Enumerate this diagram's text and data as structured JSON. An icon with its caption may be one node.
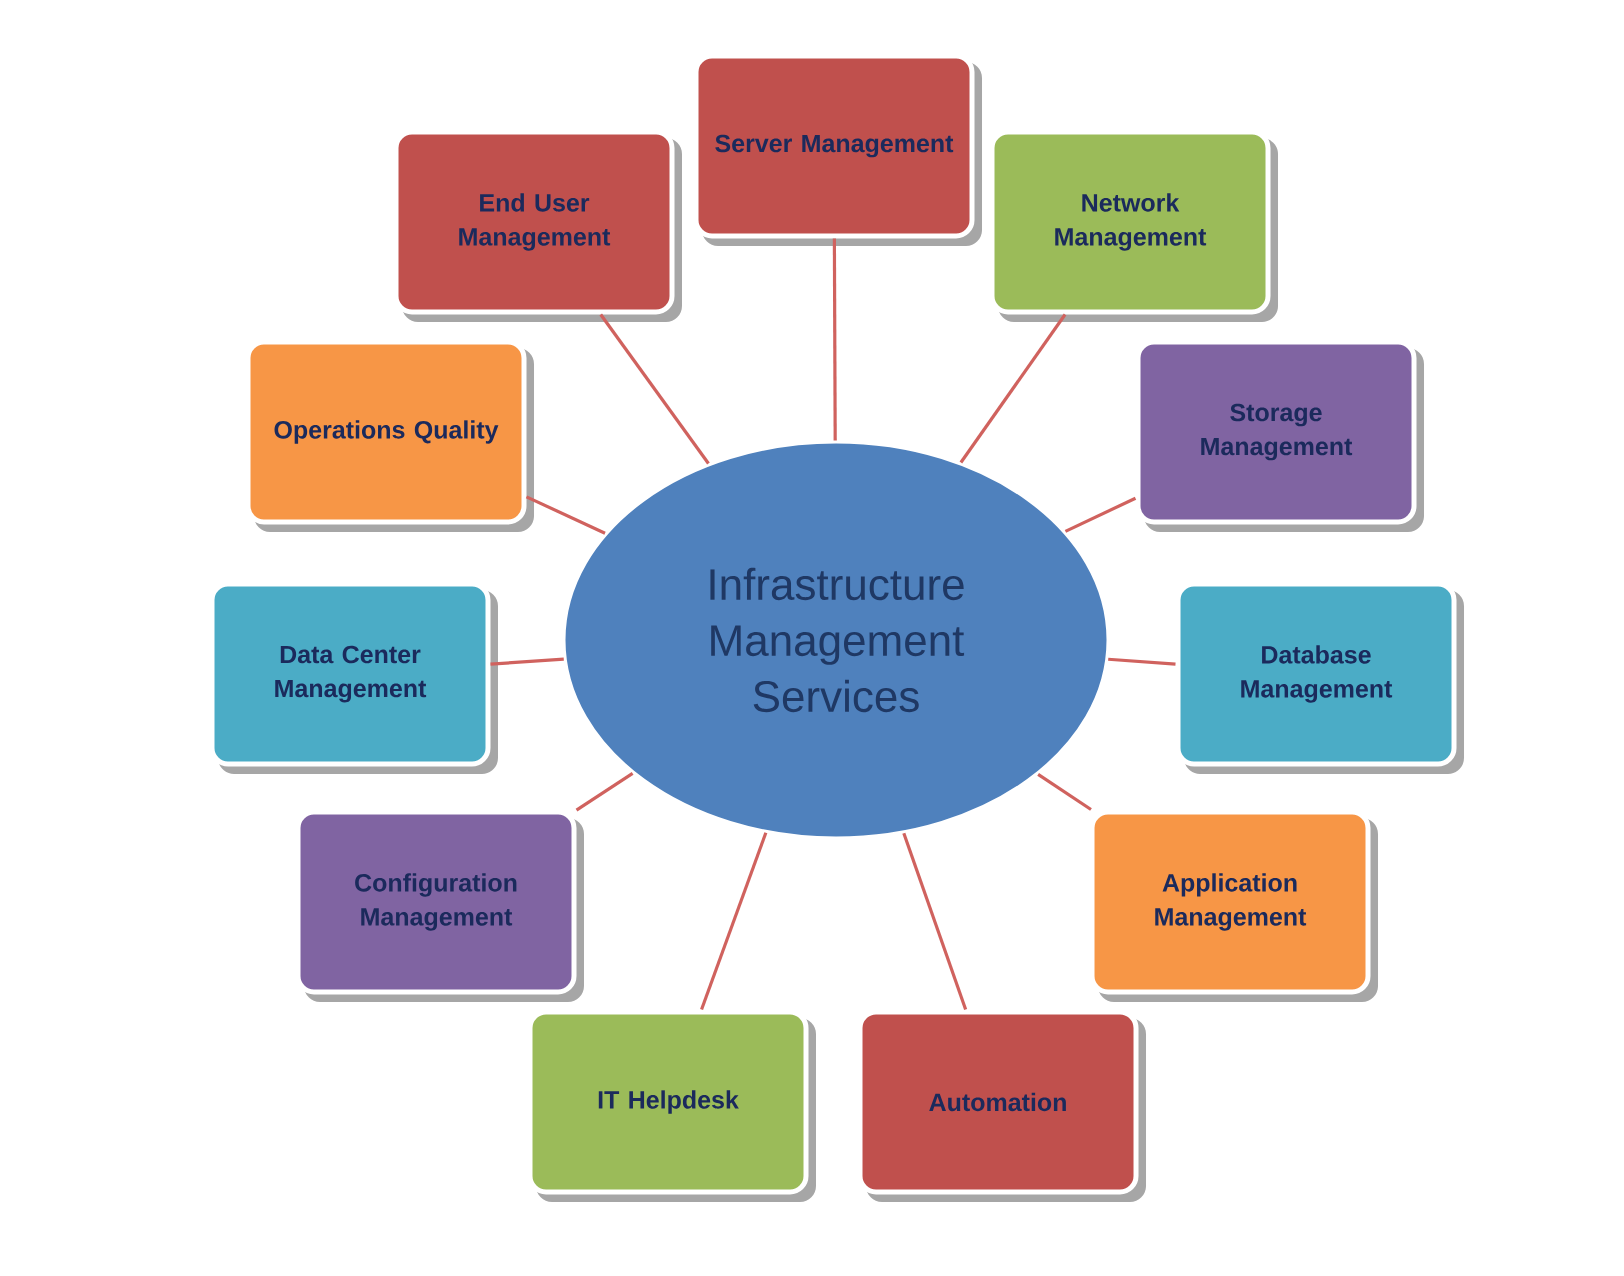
{
  "diagram": {
    "nodes": [
      {
        "text": [
          "Infrastructure Management Services"
        ]
      },
      {
        "text": [
          "Server Management"
        ]
      },
      {
        "text": [
          "Network Management"
        ]
      },
      {
        "text": [
          "Storage Management"
        ]
      },
      {
        "text": [
          "Database Management"
        ]
      },
      {
        "text": [
          "Application Management"
        ]
      },
      {
        "text": [
          "Automation"
        ]
      },
      {
        "text": [
          "IT Helpdesk"
        ]
      },
      {
        "text": [
          "Configuration Management"
        ]
      },
      {
        "text": [
          "Data Center Management"
        ]
      },
      {
        "text": [
          "Operations Quality"
        ]
      },
      {
        "text": [
          "End User Management"
        ]
      }
    ],
    "edges": [
      {
        "from": 0,
        "to": 1,
        "arrow": "none"
      },
      {
        "from": 0,
        "to": 2,
        "arrow": "none"
      },
      {
        "from": 0,
        "to": 3,
        "arrow": "none"
      },
      {
        "from": 0,
        "to": 4,
        "arrow": "none"
      },
      {
        "from": 0,
        "to": 5,
        "arrow": "none"
      },
      {
        "from": 0,
        "to": 6,
        "arrow": "none"
      },
      {
        "from": 0,
        "to": 7,
        "arrow": "none"
      },
      {
        "from": 0,
        "to": 8,
        "arrow": "none"
      },
      {
        "from": 0,
        "to": 9,
        "arrow": "none"
      },
      {
        "from": 0,
        "to": 10,
        "arrow": "none"
      },
      {
        "from": 0,
        "to": 11,
        "arrow": "none"
      }
    ]
  }
}
